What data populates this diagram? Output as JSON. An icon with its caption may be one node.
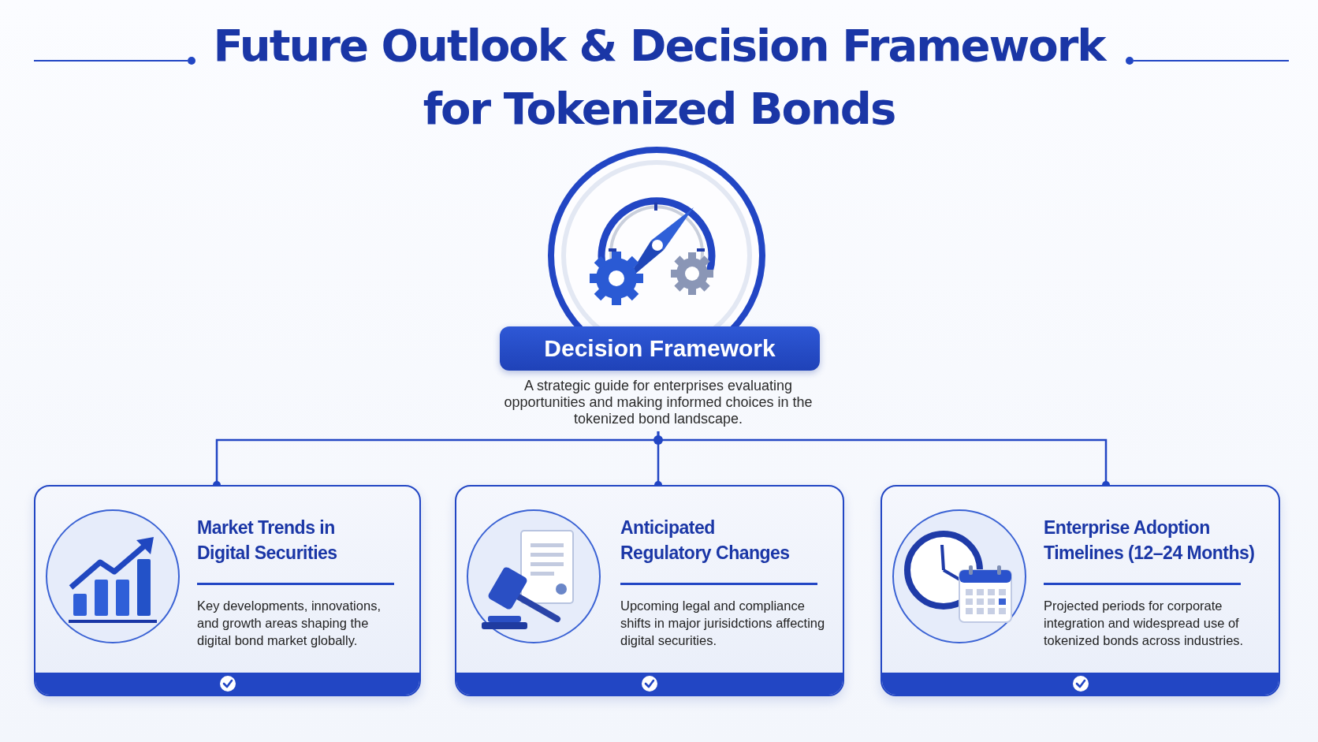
{
  "diagram": {
    "title": "Future Outlook & Decision Framework for Tokenized Bonds",
    "nodes": [
      {
        "text": [
          "Decision Framework",
          "A strategic guide for enterprises evaluating opportunities and making informed choices in the tokenized bond landscape."
        ]
      },
      {
        "text": [
          "Market Trends in Digital Securities",
          "Key developments, innovations, and growth areas shaping the digital bond market globally."
        ]
      },
      {
        "text": [
          "Anticipated Regulatory Changes",
          "Upcoming legal and compliance shifts in major jurisidctions affecting digital securities."
        ]
      },
      {
        "text": [
          "Enterprise Adoption Timelines (12–24 Months)",
          "Projected periods for corporate integration and widespread use of tokenized bonds across industries."
        ]
      }
    ],
    "edges": [
      {
        "from": 0,
        "to": 1,
        "arrow": "other"
      },
      {
        "from": 0,
        "to": 2,
        "arrow": "other"
      },
      {
        "from": 0,
        "to": 3,
        "arrow": "other"
      }
    ]
  }
}
